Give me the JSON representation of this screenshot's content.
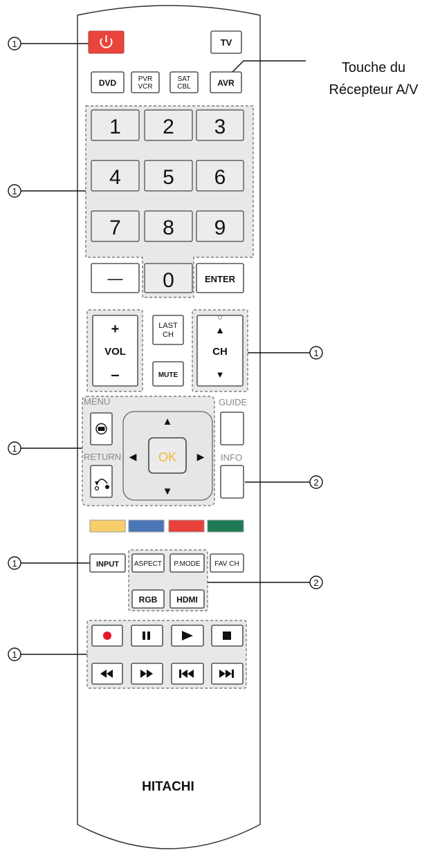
{
  "annotation": {
    "text_line1": "Touche du",
    "text_line2": "Récepteur A/V"
  },
  "callouts": [
    {
      "id": "c1",
      "num": "1"
    },
    {
      "id": "c2",
      "num": "1"
    },
    {
      "id": "c3",
      "num": "1"
    },
    {
      "id": "c4",
      "num": "1"
    },
    {
      "id": "c5",
      "num": "2"
    },
    {
      "id": "c6",
      "num": "1"
    },
    {
      "id": "c7",
      "num": "2"
    },
    {
      "id": "c8",
      "num": "1"
    }
  ],
  "buttons": {
    "power_icon": "power-icon",
    "tv": "TV",
    "dvd": "DVD",
    "pvr_line1": "PVR",
    "pvr_line2": "VCR",
    "sat_line1": "SAT",
    "sat_line2": "CBL",
    "avr": "AVR",
    "digits": [
      "1",
      "2",
      "3",
      "4",
      "5",
      "6",
      "7",
      "8",
      "9"
    ],
    "dash": "—",
    "zero": "0",
    "enter": "ENTER",
    "vol_plus": "+",
    "vol": "VOL",
    "vol_minus": "–",
    "last_line1": "LAST",
    "last_line2": "CH",
    "mute": "MUTE",
    "ch_up": "▲",
    "ch": "CH",
    "ch_down": "▼",
    "menu": "MENU",
    "return": "RETURN",
    "guide": "GUIDE",
    "info": "INFO",
    "ok": "OK",
    "arrow_up": "▲",
    "arrow_down": "▼",
    "arrow_left": "◀",
    "arrow_right": "▶",
    "input": "INPUT",
    "aspect": "ASPECT",
    "pmode": "P.MODE",
    "favch": "FAV CH",
    "rgb": "RGB",
    "hdmi": "HDMI",
    "play": "▶",
    "pause": "II"
  },
  "colors": {
    "power": "#e8463c",
    "yellow": "#f7cf6a",
    "blue": "#4a76b8",
    "red": "#e8403a",
    "green": "#1e7a55",
    "ok_text": "#f2b632"
  },
  "brand": "HITACHI"
}
